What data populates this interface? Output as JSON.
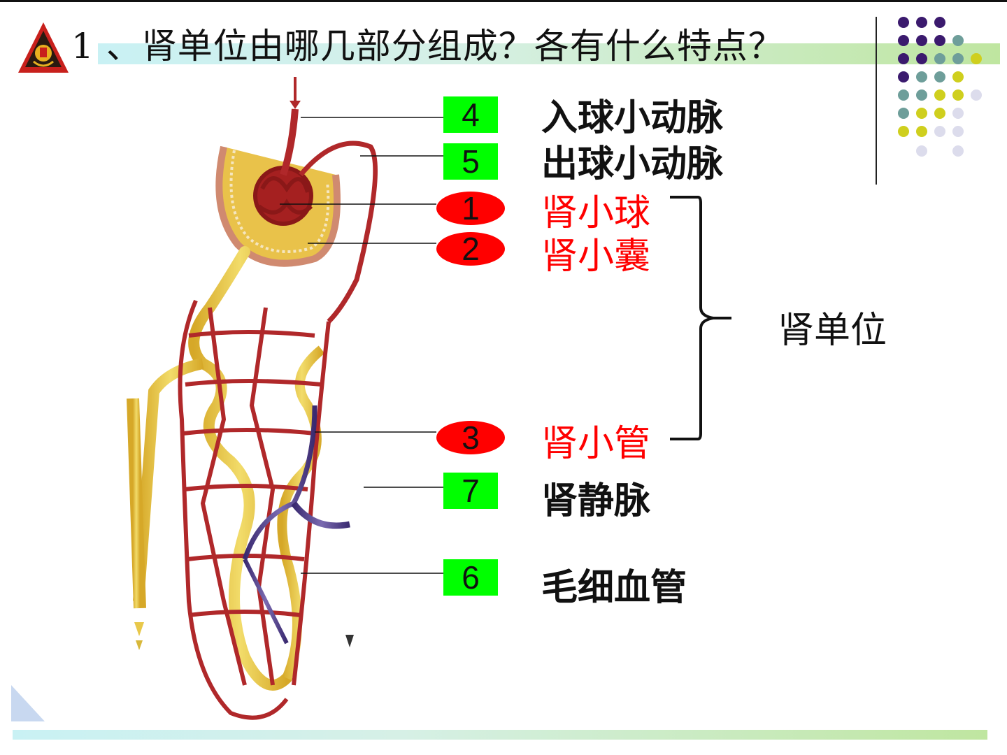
{
  "title": "1 、肾单位由哪几部分组成？各有什么特点？",
  "labels": [
    {
      "number": "4",
      "text": "入球小动脉",
      "shape": "square",
      "color": "#00ff00"
    },
    {
      "number": "5",
      "text": "出球小动脉",
      "shape": "square",
      "color": "#00ff00"
    },
    {
      "number": "1",
      "text": "肾小球",
      "shape": "oval",
      "color": "#ff0000"
    },
    {
      "number": "2",
      "text": "肾小囊",
      "shape": "oval",
      "color": "#ff0000"
    },
    {
      "number": "3",
      "text": "肾小管",
      "shape": "oval",
      "color": "#ff0000"
    },
    {
      "number": "7",
      "text": "肾静脉",
      "shape": "square",
      "color": "#00ff00"
    },
    {
      "number": "6",
      "text": "毛细血管",
      "shape": "square",
      "color": "#00ff00"
    }
  ],
  "group_label": "肾单位",
  "colors": {
    "artery": "#b0282a",
    "tubule": "#e8c84a",
    "vein": "#5a4a8a",
    "green_badge": "#00ff00",
    "red_badge": "#ff0000",
    "red_text": "#ff0000"
  }
}
